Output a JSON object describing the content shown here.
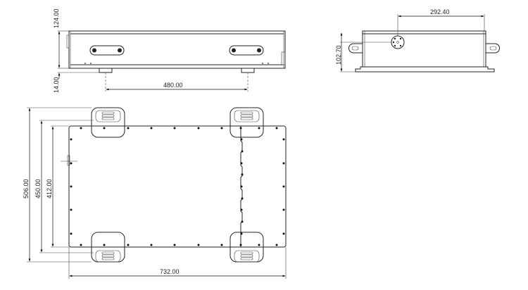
{
  "drawing": {
    "front_view": {
      "height_label": "124.00",
      "foot_label": "14.00",
      "foot_spacing_label": "480.00"
    },
    "side_view": {
      "connector_offset_label": "292.40",
      "height_label": "102.70"
    },
    "plan_view": {
      "overall_depth_label": "506.00",
      "handle_depth_label": "450.00",
      "plate_depth_label": "412.00",
      "length_label": "732.00"
    }
  }
}
